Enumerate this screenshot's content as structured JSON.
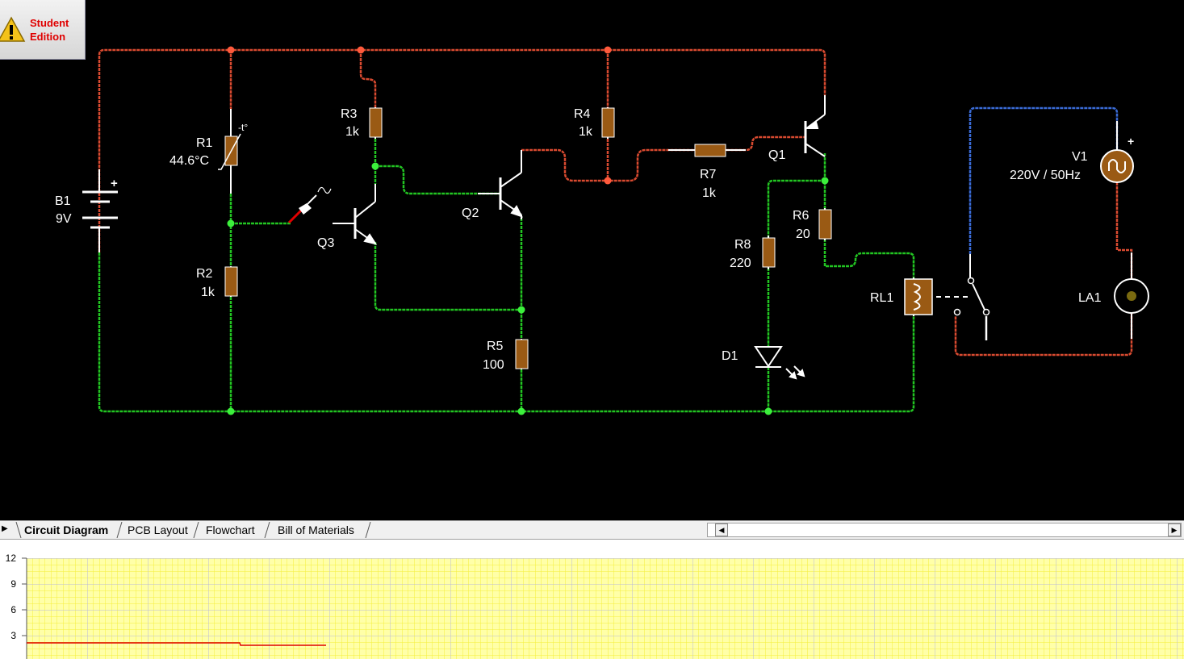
{
  "badge": {
    "line1": "Student",
    "line2": "Edition"
  },
  "components": {
    "B1": {
      "ref": "B1",
      "value": "9V"
    },
    "R1": {
      "ref": "R1",
      "value": "44.6°C",
      "mark": "-t°"
    },
    "R2": {
      "ref": "R2",
      "value": "1k"
    },
    "R3": {
      "ref": "R3",
      "value": "1k"
    },
    "R4": {
      "ref": "R4",
      "value": "1k"
    },
    "R5": {
      "ref": "R5",
      "value": "100"
    },
    "R6": {
      "ref": "R6",
      "value": "20"
    },
    "R7": {
      "ref": "R7",
      "value": "1k"
    },
    "R8": {
      "ref": "R8",
      "value": "220"
    },
    "Q1": {
      "ref": "Q1"
    },
    "Q2": {
      "ref": "Q2"
    },
    "Q3": {
      "ref": "Q3"
    },
    "D1": {
      "ref": "D1"
    },
    "RL1": {
      "ref": "RL1"
    },
    "V1": {
      "ref": "V1",
      "value": "220V / 50Hz"
    },
    "LA1": {
      "ref": "LA1"
    }
  },
  "polarity": {
    "plus": "+"
  },
  "tabs": [
    {
      "label": "Circuit Diagram",
      "active": true
    },
    {
      "label": "PCB Layout",
      "active": false
    },
    {
      "label": "Flowchart",
      "active": false
    },
    {
      "label": "Bill of Materials",
      "active": false
    }
  ],
  "graph": {
    "y_ticks": [
      "12",
      "9",
      "6",
      "3"
    ],
    "trace_color": "#e00000",
    "grid_color": "#f4ef3a"
  },
  "colors": {
    "wire_high": "#d84a30",
    "wire_ground": "#22c422",
    "wire_ac": "#3a6bd6",
    "resistor": "#9a5a14"
  }
}
